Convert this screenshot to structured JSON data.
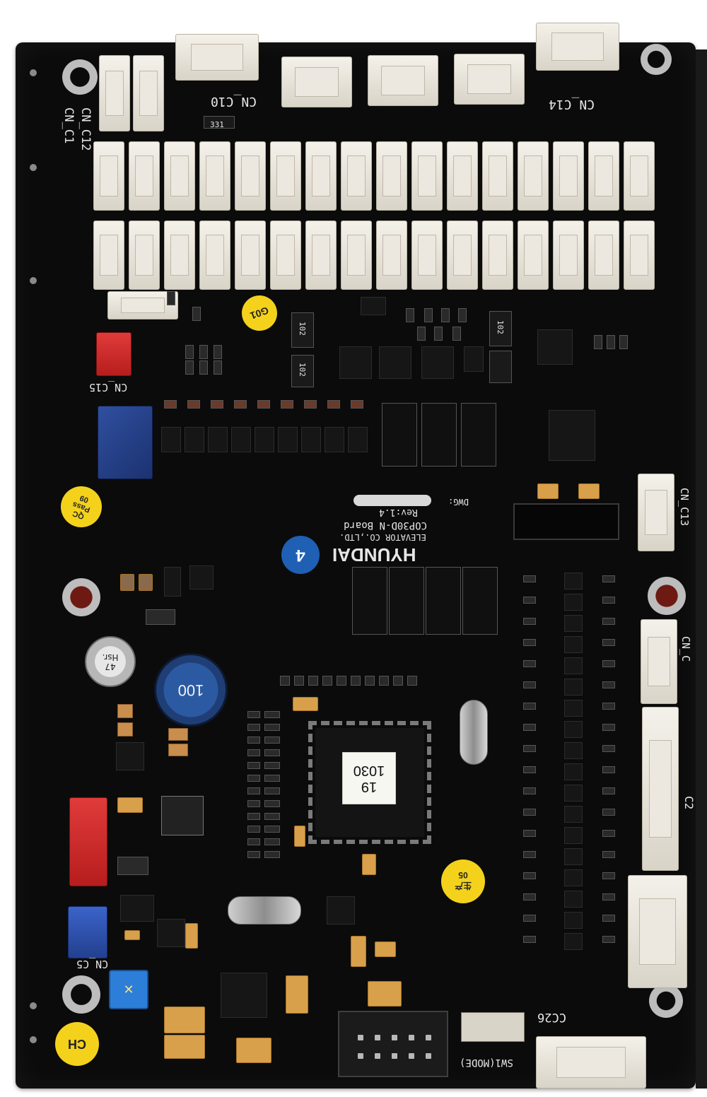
{
  "board": {
    "brand": "HYUNDAI",
    "company": "ELEVATOR CO.,LTD.",
    "model": "COP30D-N Board",
    "revision": "Rev:1.4",
    "dwg": "DWG:"
  },
  "connectors": {
    "cn_c10": "CN_C10",
    "cn_c14": "CN_C14",
    "cn_c12": "CN_C12",
    "cn_c1": "CN_C1",
    "cn_c15": "CN_C15",
    "cn_c13": "CN_C13",
    "cn_c2": "C2",
    "cn_c5": "CN_C5",
    "cc26": "CC26",
    "cn_side": "CN_C"
  },
  "stickers": {
    "g01": "G01",
    "qc_pass": "QC\nPass\n09",
    "blue_num": "4",
    "prod": "生产\n05",
    "ch": "CH"
  },
  "parts": {
    "inductor": "100",
    "cap": "47\nHsr.",
    "mcu_label_line1": "19",
    "mcu_label_line2": "1030",
    "sw_mode": "SW1(MODE)",
    "res_331": "331",
    "res_102_a": "102",
    "res_102_b": "102",
    "res_102_c": "102"
  },
  "colors": {
    "board": "#0b0b0b",
    "connector_white": "#efebe2",
    "connector_red": "#d22a2a",
    "connector_blue": "#2e55b8",
    "sticker_yellow": "#f4d21c",
    "sticker_blue": "#1f5fb4"
  }
}
